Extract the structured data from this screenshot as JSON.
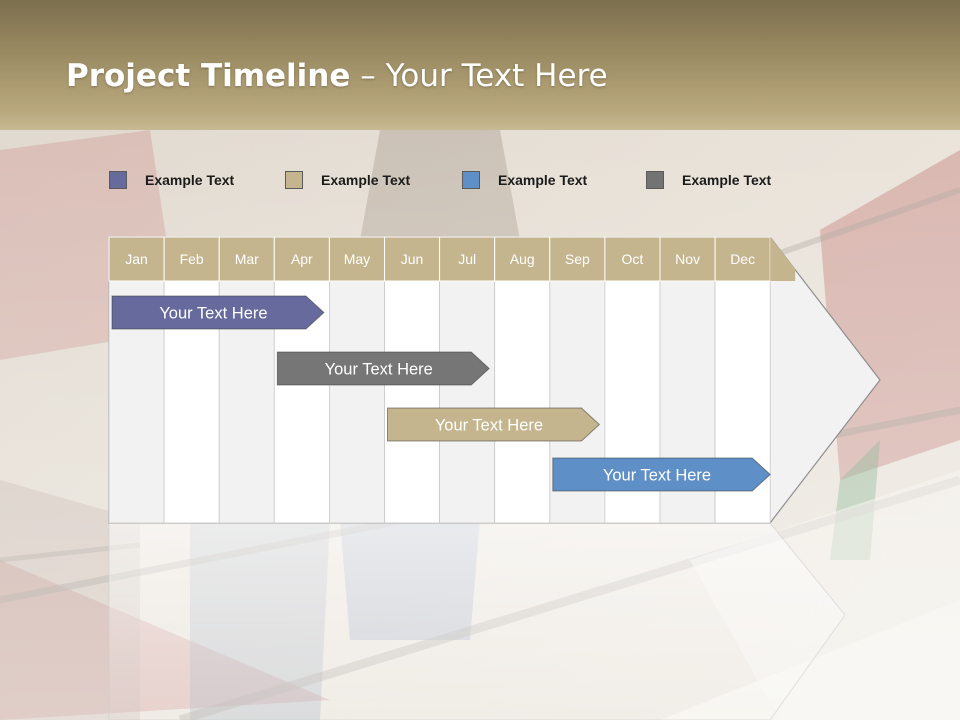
{
  "title": {
    "bold": "Project Timeline",
    "rest": " – Your Text Here"
  },
  "legend": [
    {
      "label": "Example Text",
      "color": "#666a9c"
    },
    {
      "label": "Example Text",
      "color": "#c5b58e"
    },
    {
      "label": "Example Text",
      "color": "#5e8fc6"
    },
    {
      "label": "Example Text",
      "color": "#737373"
    }
  ],
  "months": [
    "Jan",
    "Feb",
    "Mar",
    "Apr",
    "May",
    "Jun",
    "Jul",
    "Aug",
    "Sep",
    "Oct",
    "Nov",
    "Dec"
  ],
  "tasks": [
    {
      "label": "Your  Text Here",
      "start": 0,
      "end": 3.9,
      "color": "#666a9c"
    },
    {
      "label": "Your  Text Here",
      "start": 3,
      "end": 6.9,
      "color": "#767676"
    },
    {
      "label": "Your  Text Here",
      "start": 5,
      "end": 8.9,
      "color": "#c5b58e"
    },
    {
      "label": "Your  Text Here",
      "start": 8,
      "end": 12,
      "color": "#5e8fc6"
    }
  ],
  "colors": {
    "month_header": "#c5b58e",
    "header_band": "#9d8d64"
  }
}
